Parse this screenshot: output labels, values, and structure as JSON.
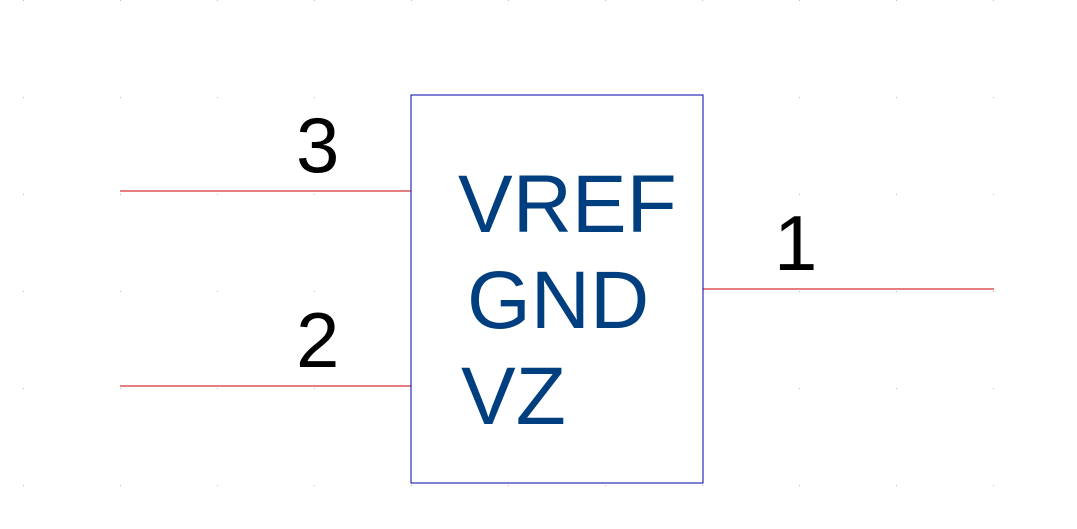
{
  "component": {
    "body_color": "#0000aa",
    "pin_line_color": "#cc0000",
    "pin_name_color": "#003f7f",
    "pin_number_color": "#000000",
    "grid_dot_color": "#bbbbbb"
  },
  "pins": {
    "vref": {
      "number": "3",
      "name": "VREF"
    },
    "gnd": {
      "number": "1",
      "name": "GND"
    },
    "vz": {
      "number": "2",
      "name": "VZ"
    }
  }
}
